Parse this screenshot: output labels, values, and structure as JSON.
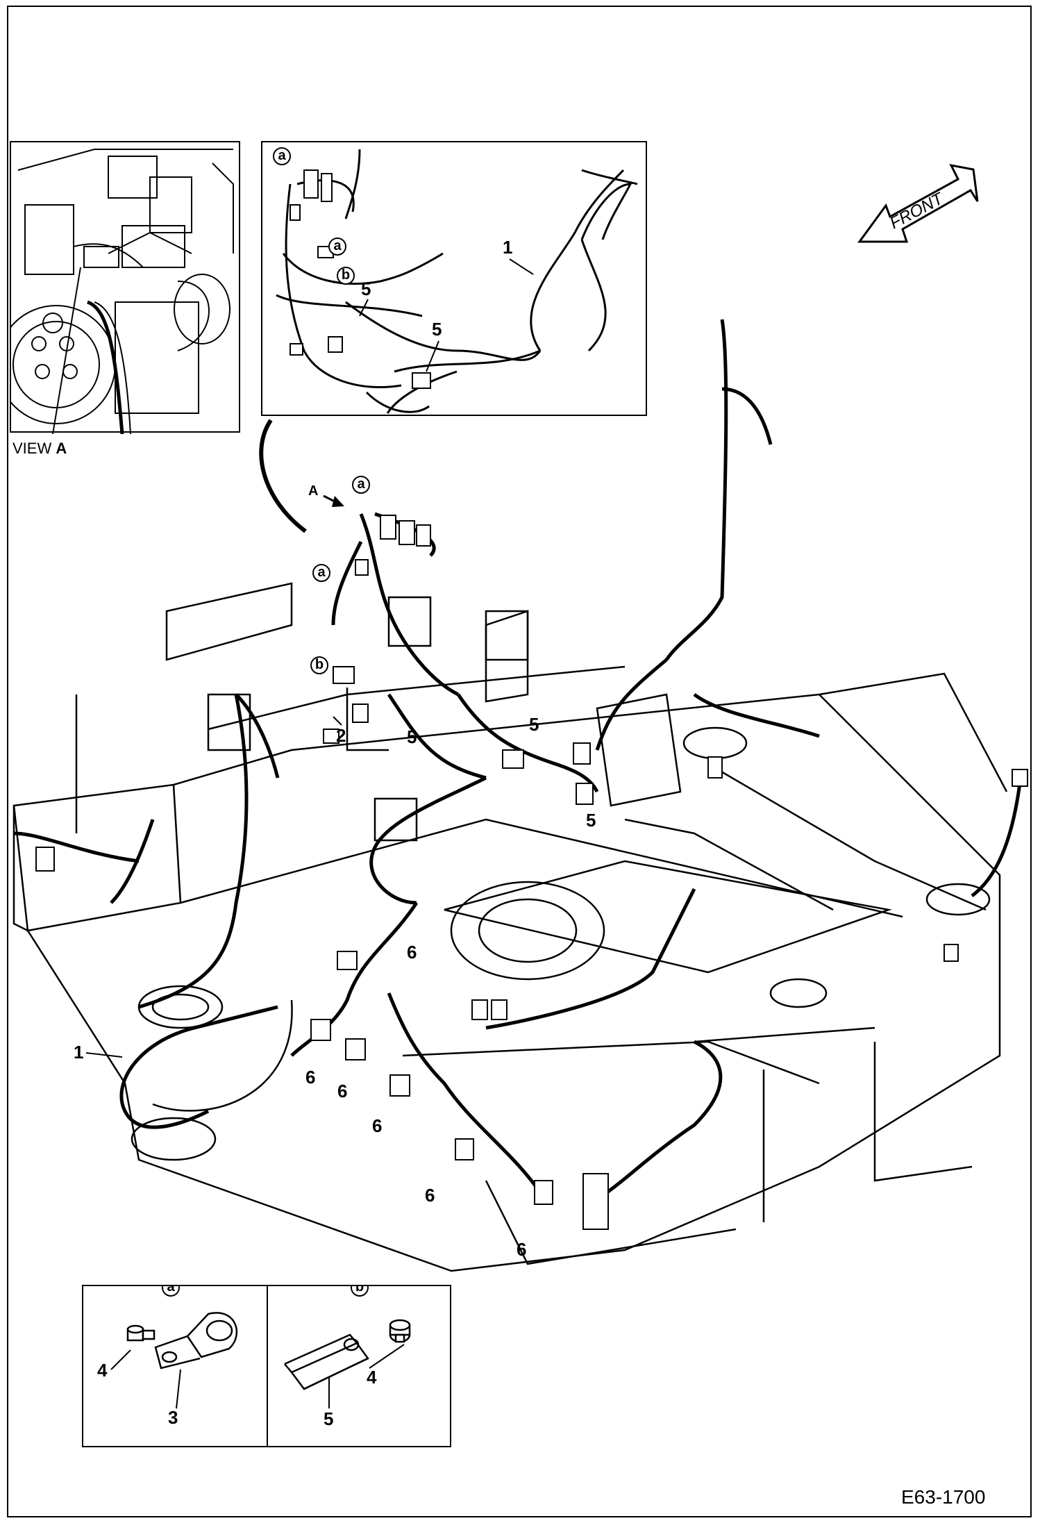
{
  "view_label": {
    "prefix": "VIEW",
    "letter": "A"
  },
  "front_label": "FRONT",
  "arrow_a_label": "A",
  "drawing_code": "E63-1700",
  "callouts": {
    "c1": "1",
    "c2": "2",
    "c3": "3",
    "c4": "4",
    "c5": "5",
    "c6": "6"
  },
  "circle_refs": {
    "a": "a",
    "b": "b"
  },
  "colors": {
    "line": "#000000",
    "background": "#ffffff"
  }
}
